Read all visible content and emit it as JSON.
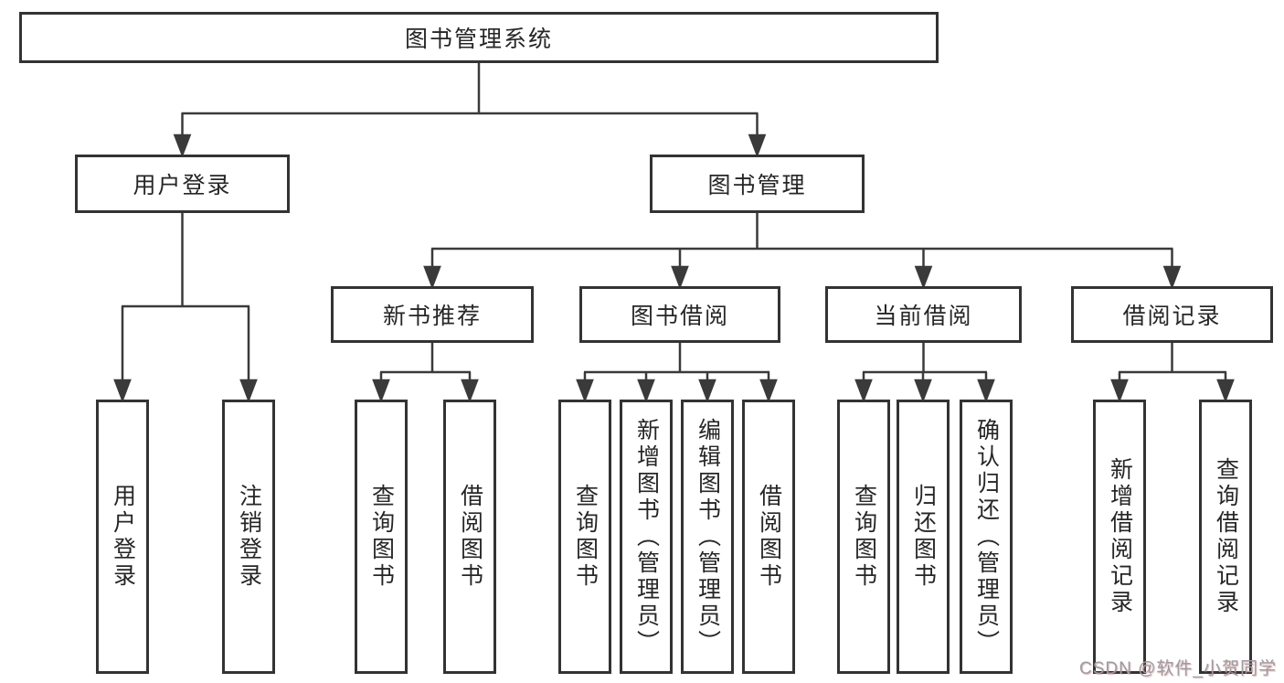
{
  "colors": {
    "background": "#ffffff",
    "line": "#3a3a3a",
    "box_border": "#333333",
    "text": "#262626",
    "watermark": "#9c9ca2"
  },
  "watermark": {
    "text": "CSDN @软件_小贺同学"
  },
  "tree": {
    "root": {
      "label": "图书管理系统",
      "children": [
        {
          "label": "用户登录",
          "children": [
            {
              "label": "用户登录"
            },
            {
              "label": "注销登录"
            }
          ]
        },
        {
          "label": "图书管理",
          "children": [
            {
              "label": "新书推荐",
              "children": [
                {
                  "label": "查询图书"
                },
                {
                  "label": "借阅图书"
                }
              ]
            },
            {
              "label": "图书借阅",
              "children": [
                {
                  "label": "查询图书"
                },
                {
                  "label": "新增图书（管理员）"
                },
                {
                  "label": "编辑图书（管理员）"
                },
                {
                  "label": "借阅图书"
                }
              ]
            },
            {
              "label": "当前借阅",
              "children": [
                {
                  "label": "查询图书"
                },
                {
                  "label": "归还图书"
                },
                {
                  "label": "确认归还（管理员）"
                }
              ]
            },
            {
              "label": "借阅记录",
              "children": [
                {
                  "label": "新增借阅记录"
                },
                {
                  "label": "查询借阅记录"
                }
              ]
            }
          ]
        }
      ]
    }
  }
}
